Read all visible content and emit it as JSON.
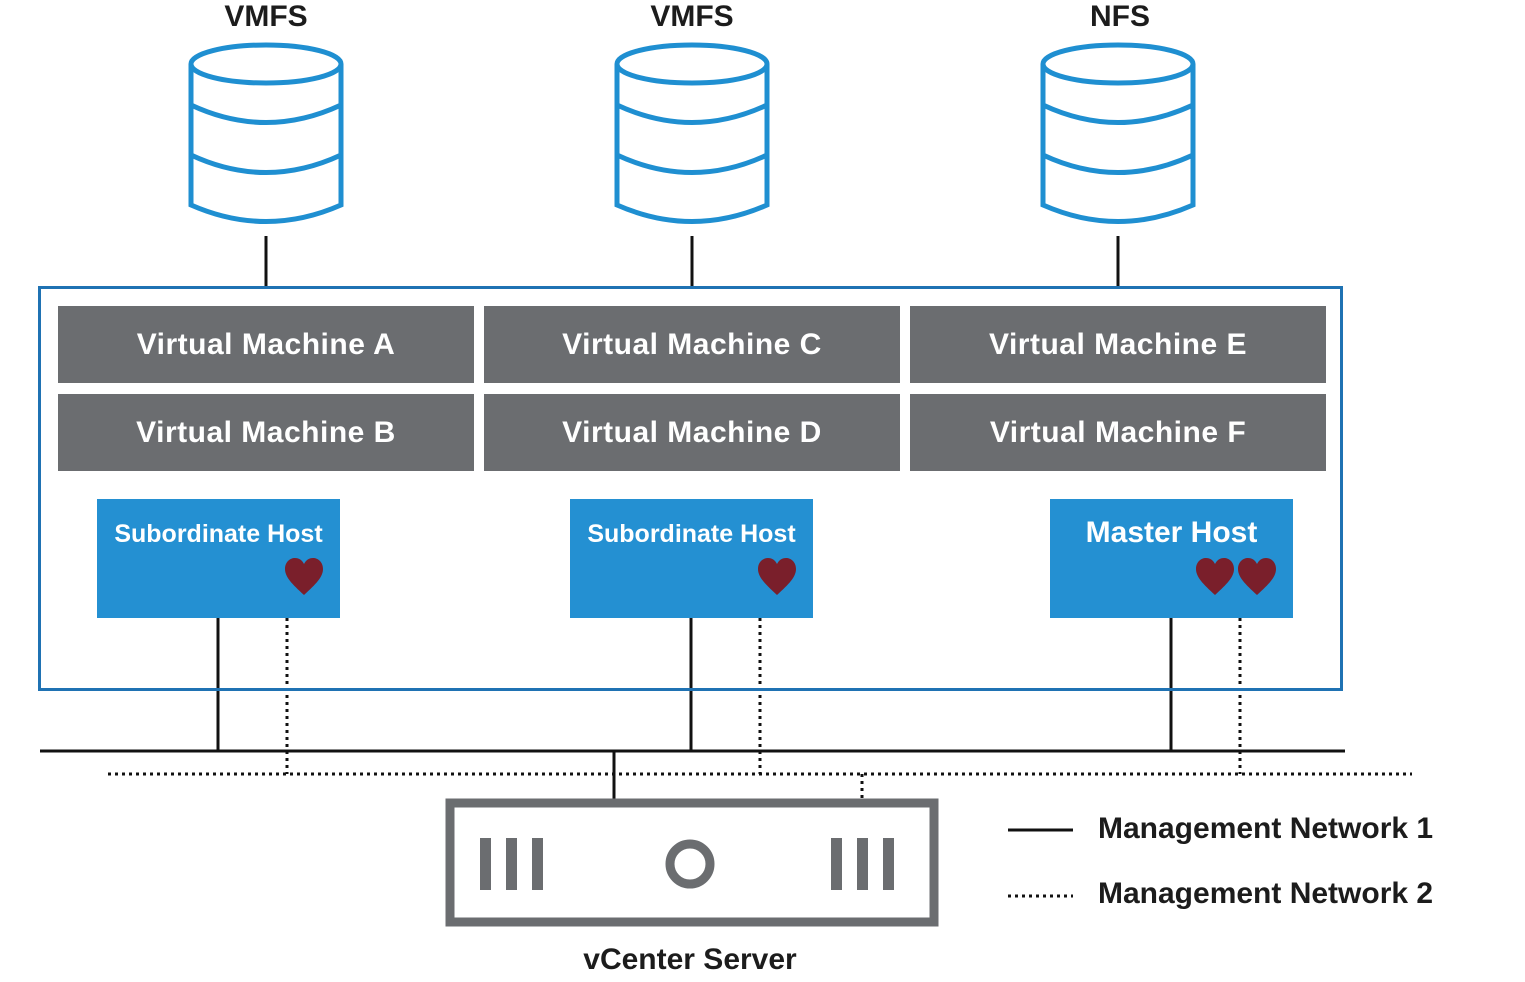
{
  "datastores": [
    {
      "label": "VMFS",
      "icon": "database-icon"
    },
    {
      "label": "VMFS",
      "icon": "database-icon"
    },
    {
      "label": "NFS",
      "icon": "database-icon"
    }
  ],
  "virtual_machines": [
    "Virtual Machine A",
    "Virtual Machine B",
    "Virtual Machine C",
    "Virtual Machine D",
    "Virtual Machine E",
    "Virtual Machine F"
  ],
  "hosts": [
    {
      "label": "Subordinate Host",
      "heartbeats": 1
    },
    {
      "label": "Subordinate Host",
      "heartbeats": 1
    },
    {
      "label": "Master Host",
      "heartbeats": 2
    }
  ],
  "server": {
    "label": "vCenter Server",
    "icon": "server-icon"
  },
  "legend": [
    {
      "label": "Management Network 1",
      "style": "solid"
    },
    {
      "label": "Management Network 2",
      "style": "dotted"
    }
  ],
  "colors": {
    "datastore": "#1f8fd1",
    "cluster_border": "#1f72b3",
    "vm_fill": "#6b6d70",
    "host_fill": "#2490d2",
    "heart": "#7a1f2b",
    "server": "#6b6d70",
    "line": "#111111"
  }
}
